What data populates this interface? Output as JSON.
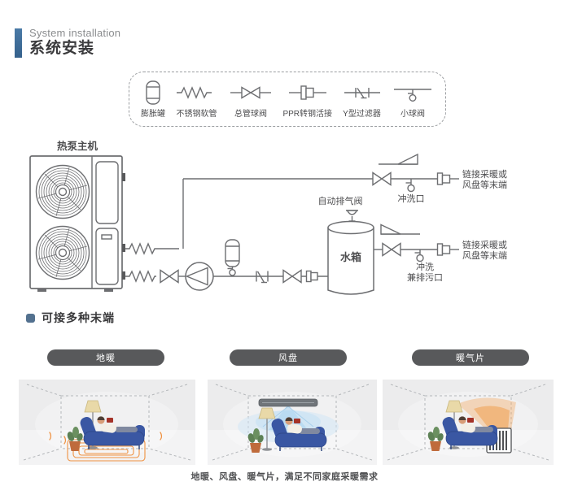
{
  "header": {
    "accent_color": "#3d6c97",
    "title_en": "System installation",
    "title_zh": "系统安装"
  },
  "legend": {
    "items": [
      {
        "icon": "expansion-tank-icon",
        "label": "膨胀罐"
      },
      {
        "icon": "flex-hose-icon",
        "label": "不锈钢软管"
      },
      {
        "icon": "ball-valve-icon",
        "label": "总管球阀"
      },
      {
        "icon": "ppr-union-icon",
        "label": "PPR转钢活接"
      },
      {
        "icon": "y-strainer-icon",
        "label": "Y型过滤器"
      },
      {
        "icon": "small-ball-valve-icon",
        "label": "小球阀"
      }
    ]
  },
  "diagram": {
    "line_color": "#6d6e71",
    "heat_pump_label": "热泵主机",
    "auto_air_vent_label": "自动排气阀",
    "water_tank_label": "水箱",
    "flush_port_label": "冲洗口",
    "flush_drain_label_1": "冲洗",
    "flush_drain_label_2": "兼排污口",
    "terminal_note_1": "链接采暖或",
    "terminal_note_2": "风盘等末端"
  },
  "terminals_section": {
    "bullet_color": "#53718f",
    "title": "可接多种末端",
    "pill_color": "#58595b",
    "pills": [
      {
        "label": "地暖"
      },
      {
        "label": "风盘"
      },
      {
        "label": "暖气片"
      }
    ],
    "caption": "地暖、风盘、暖气片，满足不同家庭采暖需求"
  }
}
